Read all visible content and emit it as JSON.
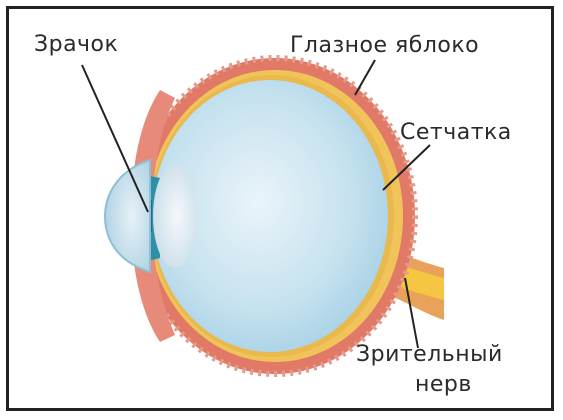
{
  "labels": {
    "pupil": "Зрачок",
    "eyeball": "Глазное  яблоко",
    "retina": "Сетчатка",
    "optic_nerve_line1": "Зрительный",
    "optic_nerve_line2": "нерв"
  }
}
